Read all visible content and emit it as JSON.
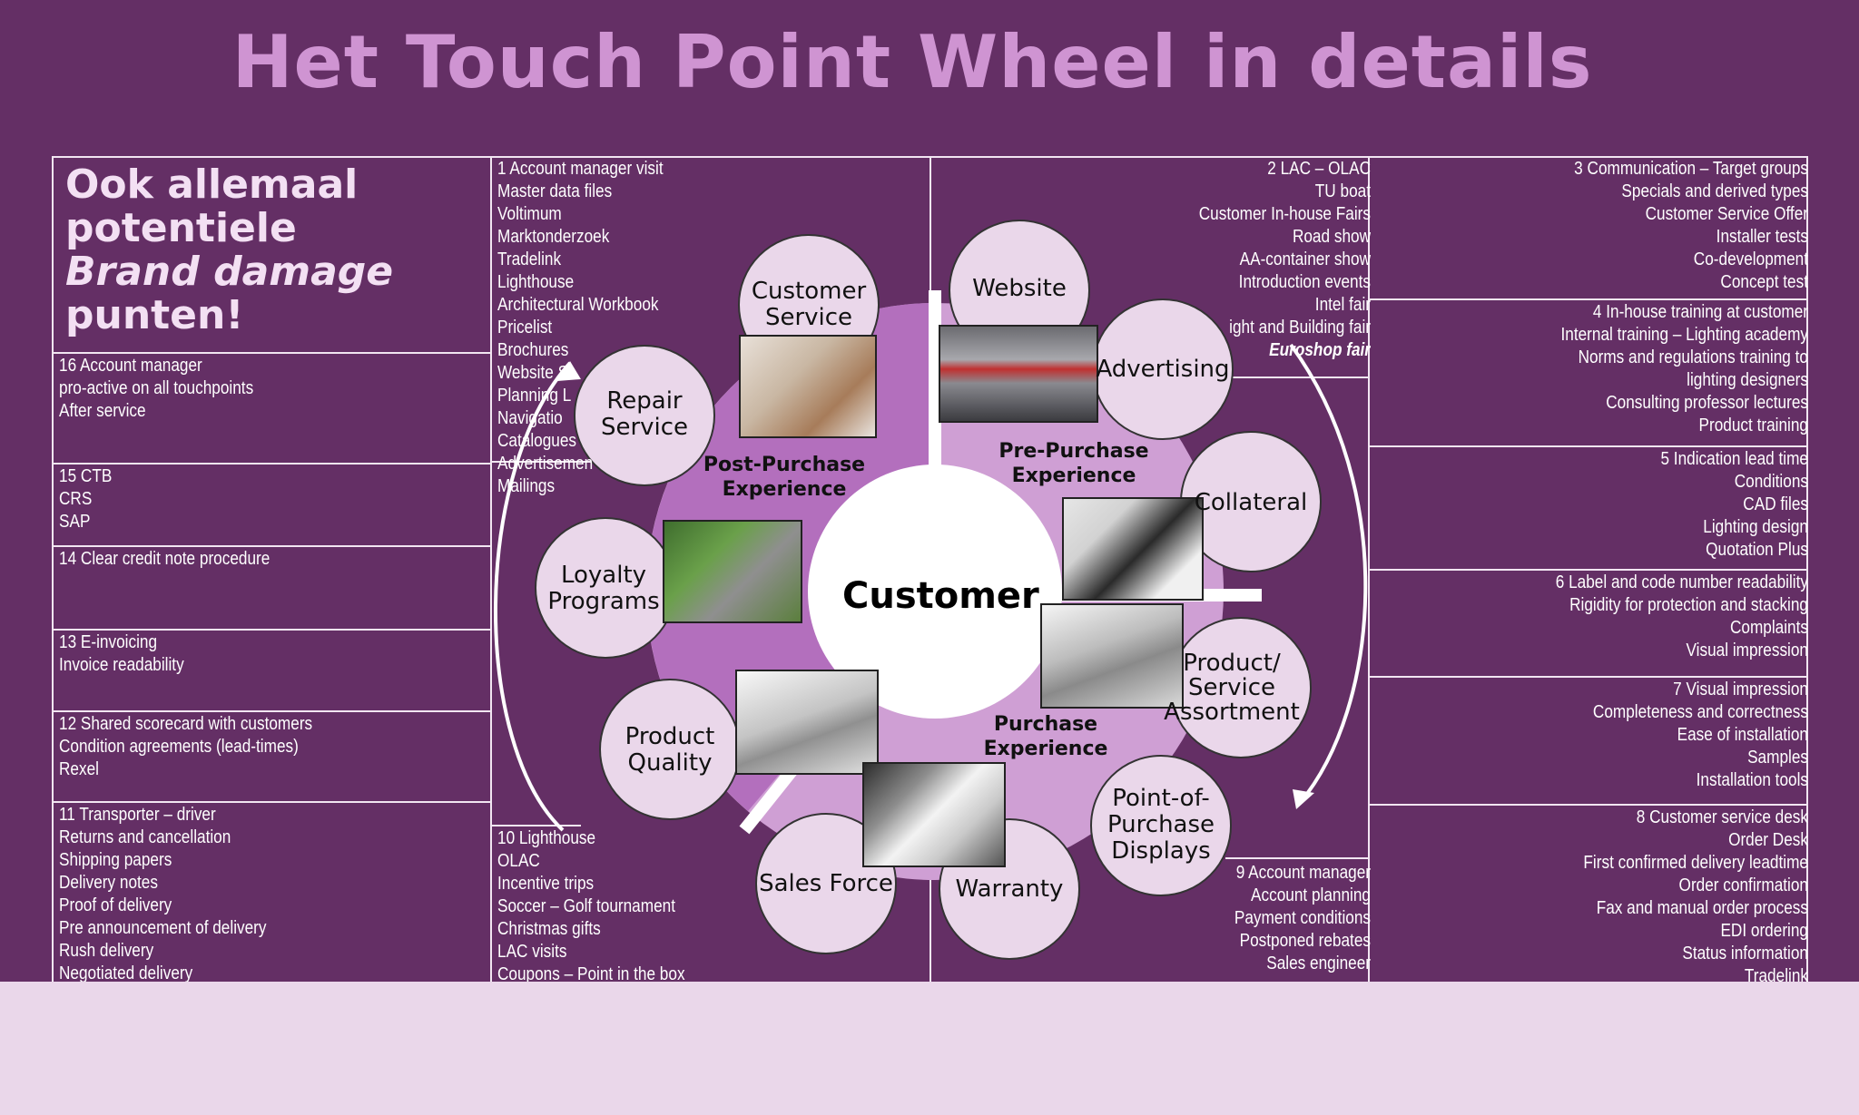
{
  "title": "Het Touch Point Wheel in details",
  "headline": {
    "line1": "Ook allemaal",
    "line2": "potentiele",
    "line3": "Brand damage",
    "line4": "punten!"
  },
  "center": "Customer",
  "phases": {
    "pre": [
      "Pre-Purchase",
      "Experience"
    ],
    "purchase": [
      "Purchase",
      "Experience"
    ],
    "post": [
      "Post-Purchase",
      "Experience"
    ]
  },
  "touchpoints": {
    "customer_service": [
      "Customer",
      "Service"
    ],
    "website": [
      "Website"
    ],
    "advertising": [
      "Advertising"
    ],
    "collateral": [
      "Collateral"
    ],
    "product_service": [
      "Product/",
      "Service",
      "Assortment"
    ],
    "pop_displays": [
      "Point-of-",
      "Purchase",
      "Displays"
    ],
    "warranty": [
      "Warranty"
    ],
    "sales_force": [
      "Sales Force"
    ],
    "product_quality": [
      "Product",
      "Quality"
    ],
    "loyalty": [
      "Loyalty",
      "Programs"
    ],
    "repair": [
      "Repair",
      "Service"
    ]
  },
  "cells": {
    "c1": [
      "1  Account manager visit",
      "Master data files",
      "Voltimum",
      "Marktonderzoek",
      "Tradelink",
      "Lighthouse",
      "Architectural Workbook",
      "Pricelist",
      "Brochures",
      "Website Si",
      "Planning L",
      "Navigatio",
      "Catalogues",
      "Advertisemen",
      "Mailings"
    ],
    "c2": [
      "2 LAC – OLAC",
      "TU boat",
      "Customer In-house Fairs",
      "Road show",
      "AA-container show",
      "Introduction events",
      "Intel fair",
      "ight and Building fair",
      "Euroshop fair"
    ],
    "c3": [
      "3 Communication – Target groups",
      "Specials and derived types",
      "Customer Service Offer",
      "Installer tests",
      "Co-development",
      "Concept test"
    ],
    "c4": [
      "4 In-house training at customer",
      "Internal training – Lighting academy",
      "Norms and regulations training to",
      "lighting designers",
      "Consulting professor lectures",
      "Product training"
    ],
    "c5": [
      "5 Indication lead time",
      "Conditions",
      "CAD files",
      "Lighting design",
      "Quotation Plus"
    ],
    "c6": [
      "6 Label and code number readability",
      "Rigidity for protection and stacking",
      "Complaints",
      "Visual impression"
    ],
    "c7": [
      "7 Visual impression",
      "Completeness and correctness",
      "Ease of installation",
      "Samples",
      "Installation tools"
    ],
    "c8": [
      "8 Customer service desk",
      "Order Desk",
      "First confirmed delivery leadtime",
      "Order confirmation",
      "Fax and manual order process",
      "EDI ordering",
      "Status information",
      "Tradelink"
    ],
    "c9": [
      "9 Account manager",
      "Account planning",
      "Payment conditions",
      "Postponed rebates",
      "Sales engineer"
    ],
    "c10": [
      "10 Lighthouse",
      "OLAC",
      "Incentive trips",
      "Soccer – Golf tournament",
      "Christmas gifts",
      "LAC visits",
      "Coupons – Point in the box"
    ],
    "c11": [
      "11 Transporter – driver",
      "Returns and cancellation",
      "Shipping papers",
      "Delivery notes",
      "Proof of delivery",
      "Pre announcement of delivery",
      "Rush delivery",
      "Negotiated delivery"
    ],
    "c12": [
      "12 Shared scorecard with customers",
      "Condition agreements (lead-times)",
      "Rexel"
    ],
    "c13": [
      "13 E-invoicing",
      "Invoice readability"
    ],
    "c14": [
      "14 Clear credit note procedure"
    ],
    "c15": [
      "15 CTB",
      "CRS",
      "SAP"
    ],
    "c16": [
      "16  Account manager",
      "pro-active on all touchpoints",
      "After service"
    ]
  },
  "colors": {
    "background": "#642f65",
    "title": "#cf94d2",
    "wheel_dark": "#b36fbd",
    "wheel_light": "#cf9fd4",
    "bubble": "#ead7ea"
  }
}
